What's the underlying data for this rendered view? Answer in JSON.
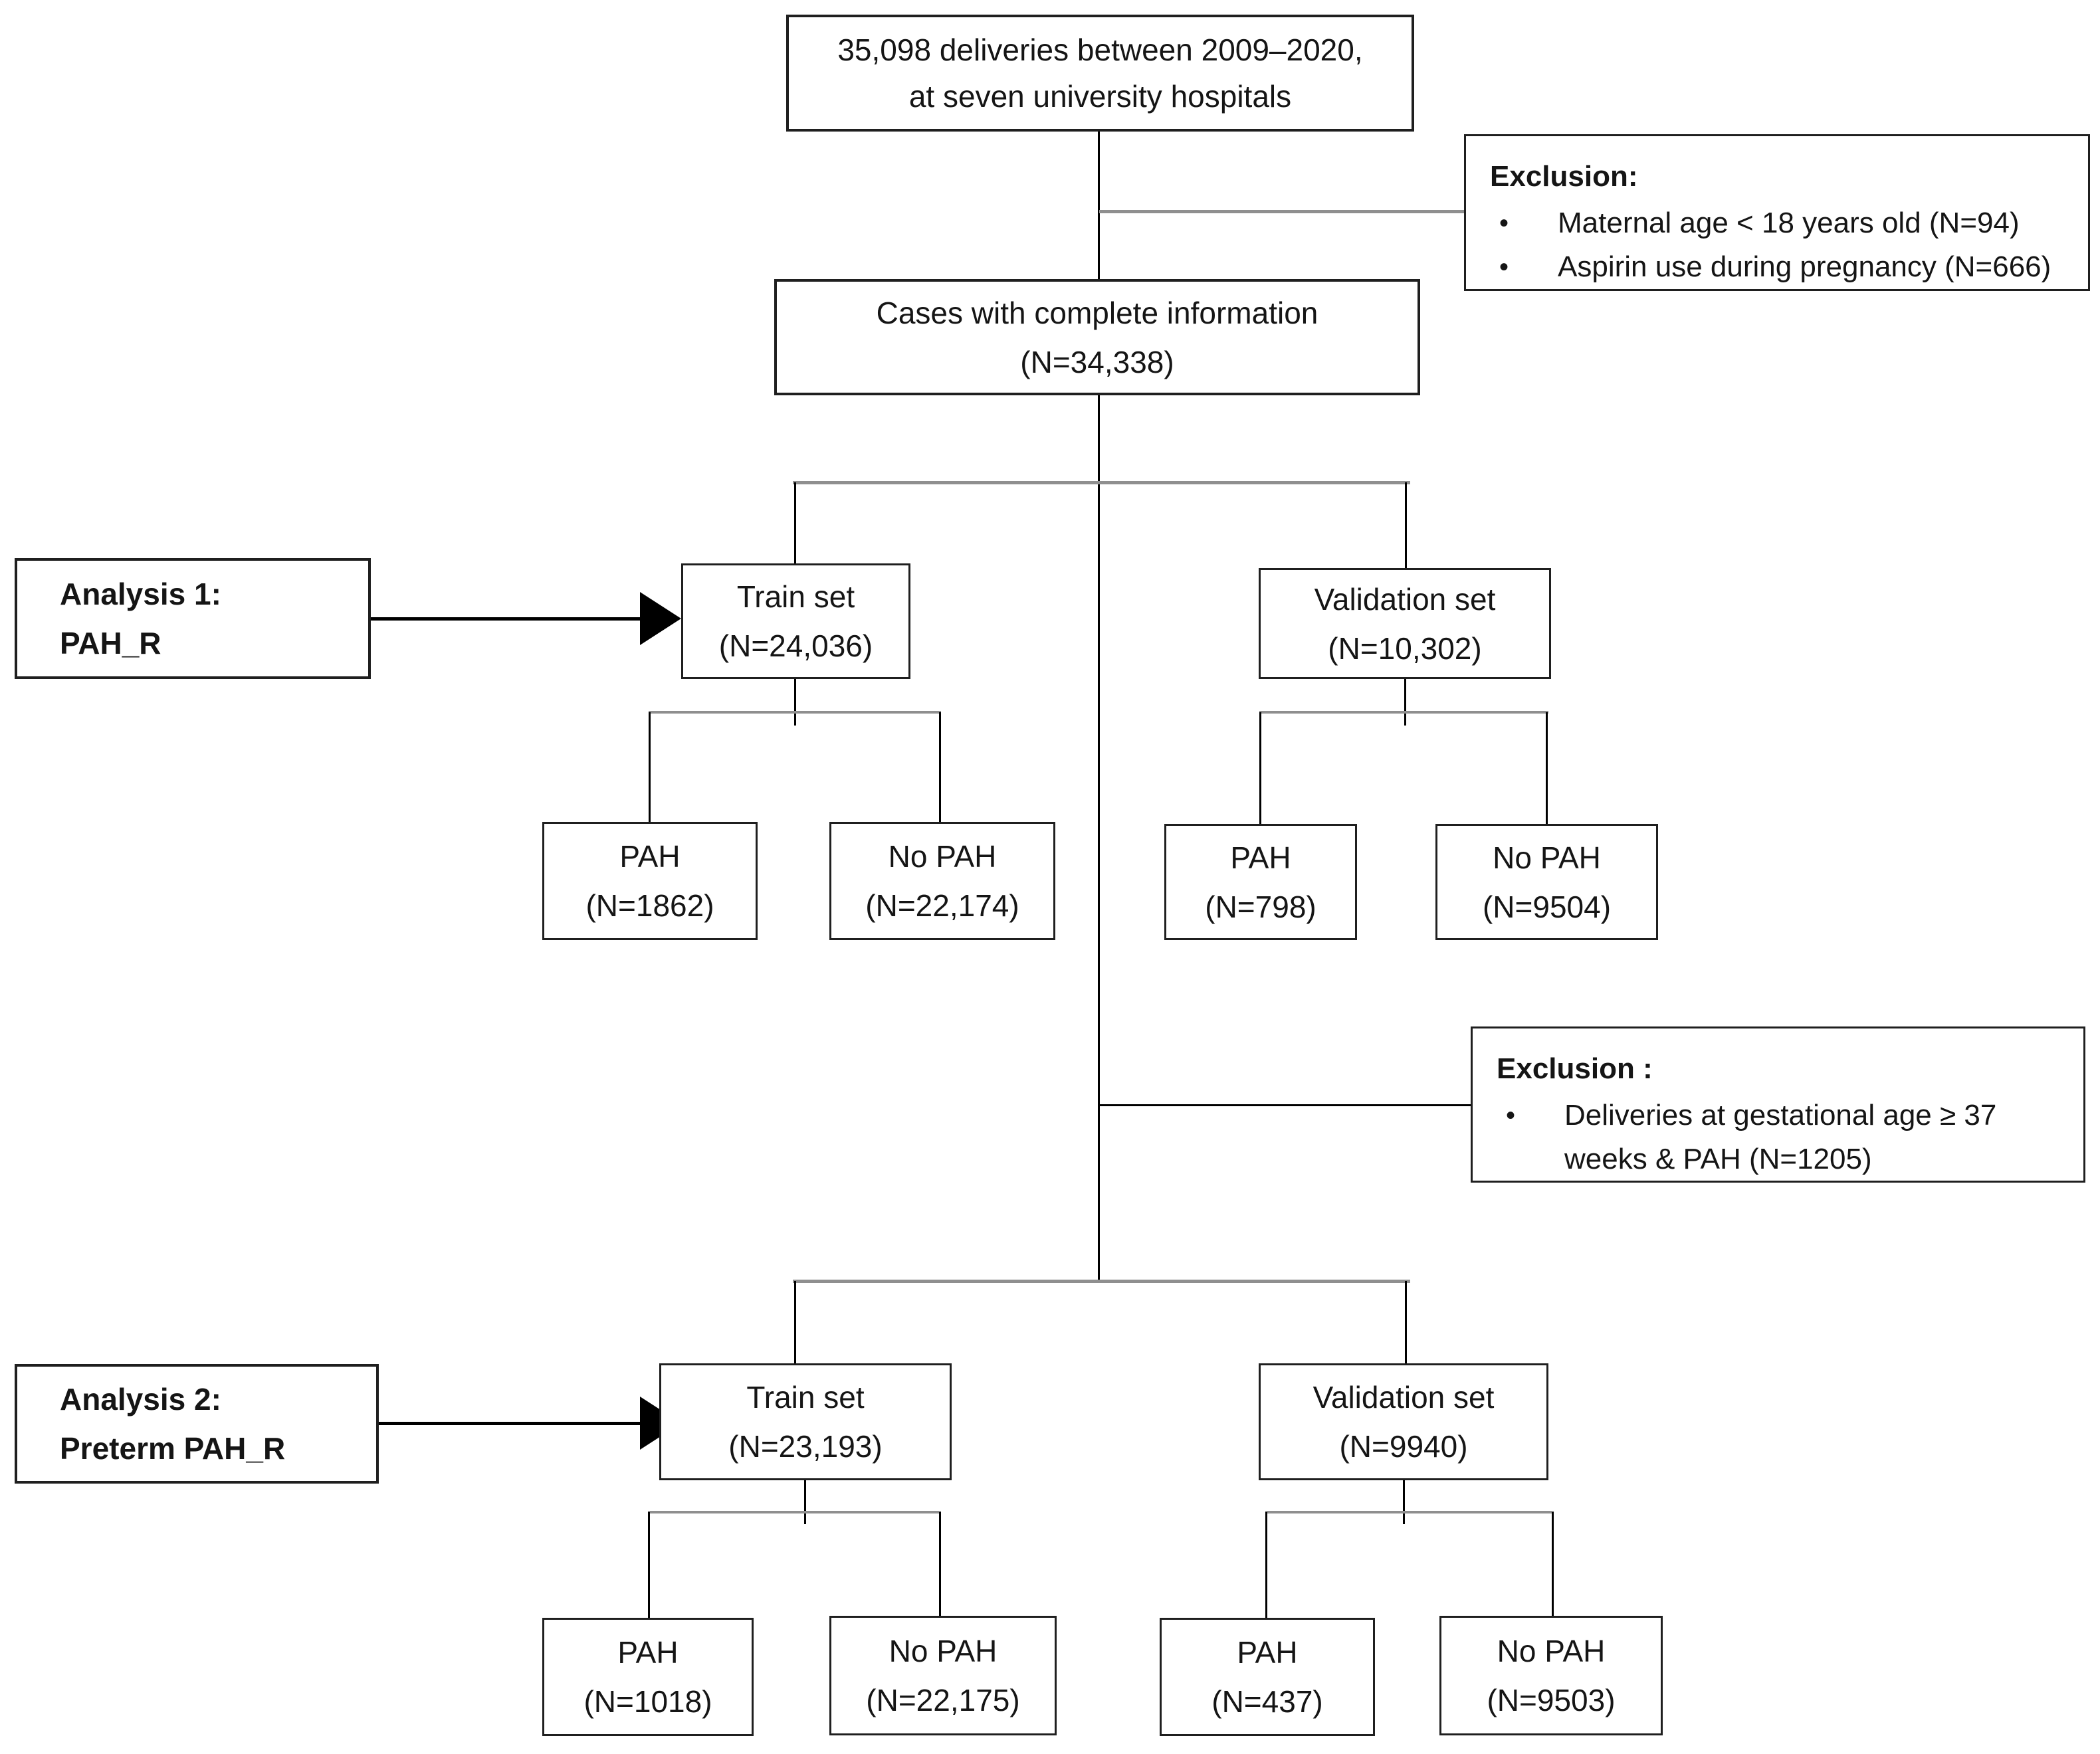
{
  "diagram": {
    "top_box": {
      "line1": "35,098 deliveries between 2009–2020,",
      "line2": "at seven university hospitals"
    },
    "exclusion1": {
      "title": "Exclusion:",
      "bullets": [
        "Maternal age < 18 years old (N=94)",
        "Aspirin use during pregnancy (N=666)"
      ]
    },
    "cases_box": {
      "line1": "Cases with complete information",
      "line2": "(N=34,338)"
    },
    "analysis1": {
      "line1": "Analysis 1:",
      "line2": "PAH_R"
    },
    "train1": {
      "line1": "Train set",
      "line2": "(N=24,036)"
    },
    "val1": {
      "line1": "Validation set",
      "line2": "(N=10,302)"
    },
    "train1_pah": {
      "line1": "PAH",
      "line2": "(N=1862)"
    },
    "train1_nopah": {
      "line1": "No PAH",
      "line2": "(N=22,174)"
    },
    "val1_pah": {
      "line1": "PAH",
      "line2": "(N=798)"
    },
    "val1_nopah": {
      "line1": "No PAH",
      "line2": "(N=9504)"
    },
    "exclusion2": {
      "title": "Exclusion :",
      "bullets": [
        "Deliveries at gestational age ≥ 37 weeks  & PAH (N=1205)"
      ]
    },
    "analysis2": {
      "line1": "Analysis 2:",
      "line2": "Preterm PAH_R"
    },
    "train2": {
      "line1": "Train set",
      "line2": "(N=23,193)"
    },
    "val2": {
      "line1": "Validation set",
      "line2": "(N=9940)"
    },
    "train2_pah": {
      "line1": "PAH",
      "line2": "(N=1018)"
    },
    "train2_nopah": {
      "line1": "No PAH",
      "line2": "(N=22,175)"
    },
    "val2_pah": {
      "line1": "PAH",
      "line2": "(N=437)"
    },
    "val2_nopah": {
      "line1": "No PAH",
      "line2": "(N=9503)"
    }
  },
  "glyphs": {
    "bullet": "•"
  },
  "colors": {
    "background": "#ffffff",
    "box_border": "#1f1f1f",
    "text": "#151515",
    "connector_black": "#000000",
    "connector_gray": "#8f8f8f"
  }
}
